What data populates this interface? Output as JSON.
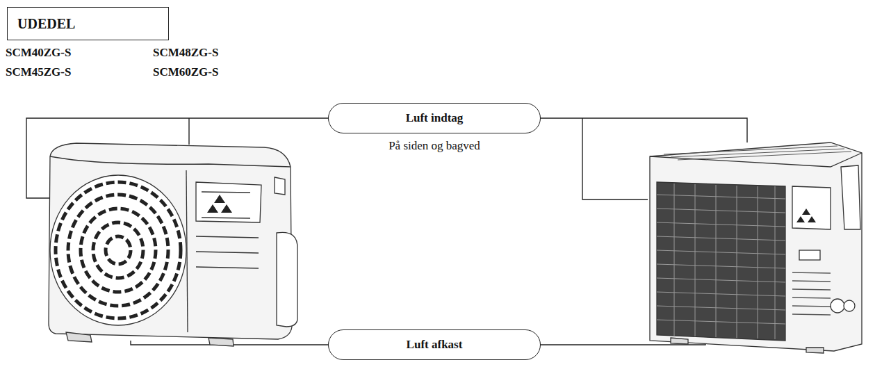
{
  "diagram": {
    "nodes": [
      {
        "text": [
          "UDEDEL"
        ]
      },
      {
        "text": [
          "Luft indtag",
          "På siden og bagved"
        ]
      },
      {
        "text": [
          "Luft afkast"
        ]
      }
    ],
    "labels": [
      "SCM40ZG-S",
      "SCM45ZG-S",
      "SCM48ZG-S",
      "SCM60ZG-S"
    ]
  }
}
